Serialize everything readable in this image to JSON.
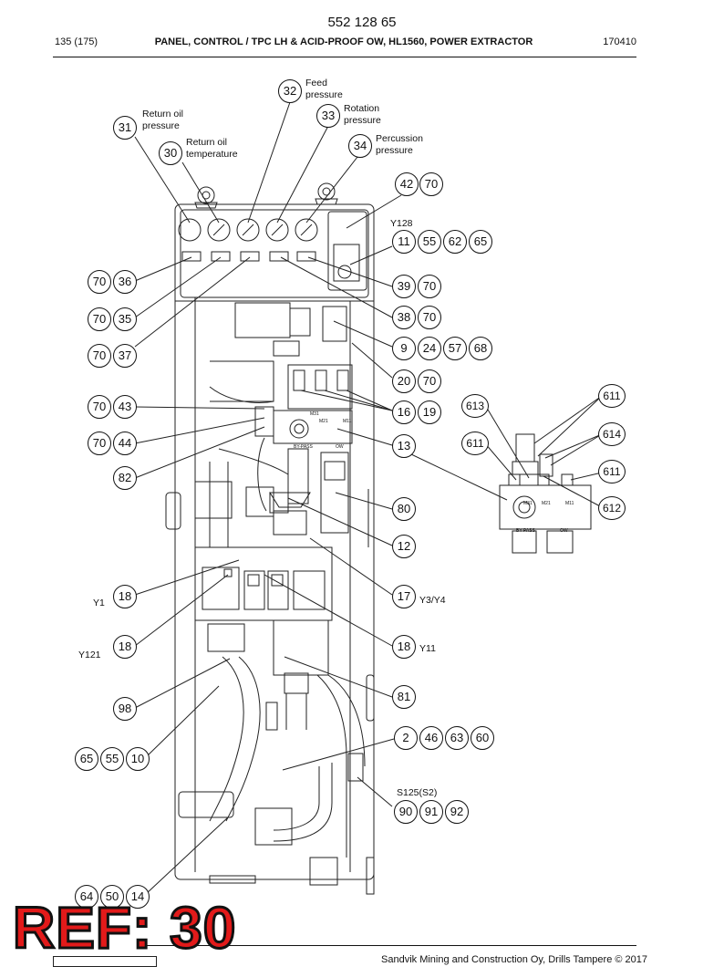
{
  "header": {
    "doc_number": "552 128 65",
    "page_number": "135 (175)",
    "title": "PANEL, CONTROL / TPC LH & ACID-PROOF OW, HL1560, POWER EXTRACTOR",
    "date": "170410"
  },
  "callouts": [
    {
      "id": "b32",
      "text": "32"
    },
    {
      "id": "b33",
      "text": "33"
    },
    {
      "id": "b31",
      "text": "31"
    },
    {
      "id": "b34",
      "text": "34"
    },
    {
      "id": "b30",
      "text": "30"
    },
    {
      "id": "b42",
      "text": "42"
    },
    {
      "id": "b42_70",
      "text": "70"
    },
    {
      "id": "b11",
      "text": "11"
    },
    {
      "id": "b11_55",
      "text": "55"
    },
    {
      "id": "b11_62",
      "text": "62"
    },
    {
      "id": "b11_65",
      "text": "65"
    },
    {
      "id": "b70a",
      "text": "70"
    },
    {
      "id": "b36",
      "text": "36"
    },
    {
      "id": "b39",
      "text": "39"
    },
    {
      "id": "b39_70",
      "text": "70"
    },
    {
      "id": "b70b",
      "text": "70"
    },
    {
      "id": "b35",
      "text": "35"
    },
    {
      "id": "b38",
      "text": "38"
    },
    {
      "id": "b38_70",
      "text": "70"
    },
    {
      "id": "b70c",
      "text": "70"
    },
    {
      "id": "b37",
      "text": "37"
    },
    {
      "id": "b9",
      "text": "9"
    },
    {
      "id": "b9_24",
      "text": "24"
    },
    {
      "id": "b9_57",
      "text": "57"
    },
    {
      "id": "b9_68",
      "text": "68"
    },
    {
      "id": "b20",
      "text": "20"
    },
    {
      "id": "b20_70",
      "text": "70"
    },
    {
      "id": "b70d",
      "text": "70"
    },
    {
      "id": "b43",
      "text": "43"
    },
    {
      "id": "b16",
      "text": "16"
    },
    {
      "id": "b19",
      "text": "19"
    },
    {
      "id": "b613",
      "text": "613"
    },
    {
      "id": "b611a",
      "text": "611"
    },
    {
      "id": "b70e",
      "text": "70"
    },
    {
      "id": "b44",
      "text": "44"
    },
    {
      "id": "b13",
      "text": "13"
    },
    {
      "id": "b611b",
      "text": "611"
    },
    {
      "id": "b614",
      "text": "614"
    },
    {
      "id": "b82",
      "text": "82"
    },
    {
      "id": "b611c",
      "text": "611"
    },
    {
      "id": "b80",
      "text": "80"
    },
    {
      "id": "b612",
      "text": "612"
    },
    {
      "id": "b12",
      "text": "12"
    },
    {
      "id": "b18a",
      "text": "18"
    },
    {
      "id": "b17",
      "text": "17"
    },
    {
      "id": "b18b",
      "text": "18"
    },
    {
      "id": "b18c",
      "text": "18"
    },
    {
      "id": "b81",
      "text": "81"
    },
    {
      "id": "b98",
      "text": "98"
    },
    {
      "id": "b2",
      "text": "2"
    },
    {
      "id": "b46",
      "text": "46"
    },
    {
      "id": "b63",
      "text": "63"
    },
    {
      "id": "b60",
      "text": "60"
    },
    {
      "id": "b65",
      "text": "65"
    },
    {
      "id": "b55",
      "text": "55"
    },
    {
      "id": "b10",
      "text": "10"
    },
    {
      "id": "b90",
      "text": "90"
    },
    {
      "id": "b91",
      "text": "91"
    },
    {
      "id": "b92",
      "text": "92"
    },
    {
      "id": "b64",
      "text": "64"
    },
    {
      "id": "b50",
      "text": "50"
    },
    {
      "id": "b14",
      "text": "14"
    }
  ],
  "labels": {
    "feed_pressure": "Feed\npressure",
    "rotation_pressure": "Rotation\npressure",
    "return_oil_pressure": "Return oil\npressure",
    "percussion_pressure": "Percussion\npressure",
    "return_oil_temperature": "Return oil\ntemperature",
    "y128": "Y128",
    "y1": "Y1",
    "y3y4": "Y3/Y4",
    "y121": "Y121",
    "y11": "Y11",
    "s125": "S125(S2)"
  },
  "part_marks": {
    "m31": "M31",
    "m21": "M21",
    "m11": "M11",
    "bypass": "BY-PASS",
    "ow": "OW"
  },
  "footer": {
    "copyright": "Sandvik Mining and Construction Oy, Drills Tampere © 2017",
    "ref_stamp": "REF: 30"
  }
}
